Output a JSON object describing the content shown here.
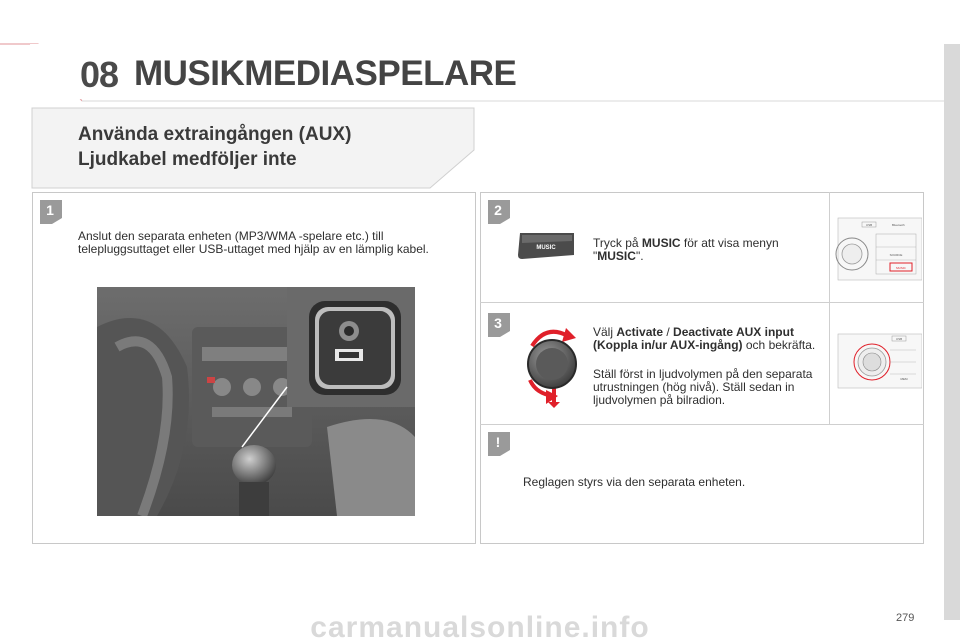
{
  "header": {
    "chapter_number": "08",
    "chapter_title": "MUSIKMEDIASPELARE"
  },
  "section": {
    "title_line1": "Använda extraingången (AUX)",
    "title_line2": "Ljudkabel medföljer inte"
  },
  "step1": {
    "number": "1",
    "text": "Anslut den separata enheten (MP3/WMA -spelare etc.) till telepluggsuttaget eller USB-uttaget med hjälp av en lämplig kabel."
  },
  "step2": {
    "number": "2",
    "text_prefix": "Tryck på ",
    "text_bold": "MUSIC",
    "text_middle": " för att visa menyn \"",
    "text_bold2": "MUSIC",
    "text_suffix": "\".",
    "button_label": "MUSIC"
  },
  "step3": {
    "number": "3",
    "text_prefix": "Välj ",
    "bold_activate": "Activate",
    "slash": " / ",
    "bold_deactivate": "Deactivate AUX input (Koppla in/ur AUX-ingång)",
    "text_och": " och bekräfta.",
    "text_para2": "Ställ först in ljudvolymen på den separata utrustningen (hög nivå). Ställ sedan in ljudvolymen på bilradion."
  },
  "warning": {
    "symbol": "!",
    "text": "Reglagen styrs via den separata enheten."
  },
  "radio_panel": {
    "labels": [
      "USB",
      "Bluetooth",
      "SOURCE",
      "MUSIC",
      "MEM"
    ]
  },
  "footer": {
    "page_number": "279",
    "watermark": "carmanualsonline.info"
  },
  "colors": {
    "accent_red": "#e0202a",
    "step_badge": "#9a9a9a",
    "panel_border": "#c8c8c8"
  }
}
